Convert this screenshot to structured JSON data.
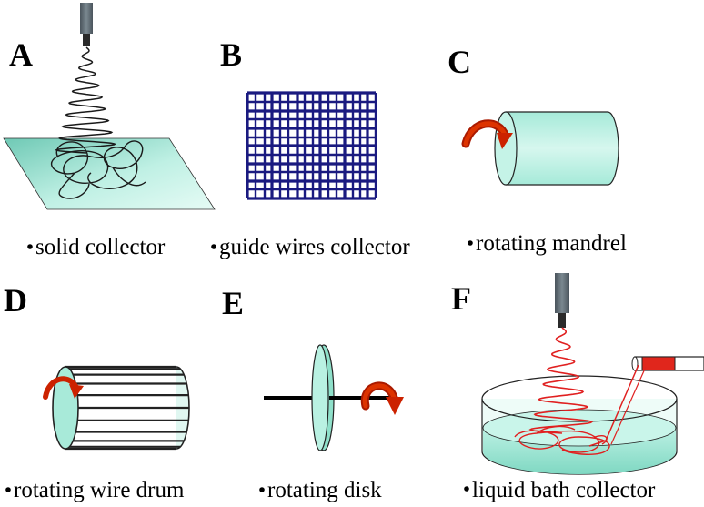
{
  "panels": [
    {
      "letter": "A",
      "caption": "solid collector"
    },
    {
      "letter": "B",
      "caption": "guide wires collector"
    },
    {
      "letter": "C",
      "caption": "rotating mandrel"
    },
    {
      "letter": "D",
      "caption": "rotating wire drum"
    },
    {
      "letter": "E",
      "caption": "rotating disk"
    },
    {
      "letter": "F",
      "caption": "liquid bath collector"
    }
  ],
  "colors": {
    "collector_fill": "#aeeadc",
    "collector_fill_light": "#d9f5ee",
    "mesh": "#1a1a80",
    "arrow": "#cc2200",
    "fiber": "#1a1a1a",
    "fiber_red": "#e02020",
    "nozzle": "#5a6670"
  },
  "icons": {
    "A": "spinneret-nozzle-icon",
    "C": "rotation-arrow-icon",
    "D": "rotation-arrow-icon",
    "E": "rotation-arrow-icon",
    "F": "syringe-icon"
  }
}
